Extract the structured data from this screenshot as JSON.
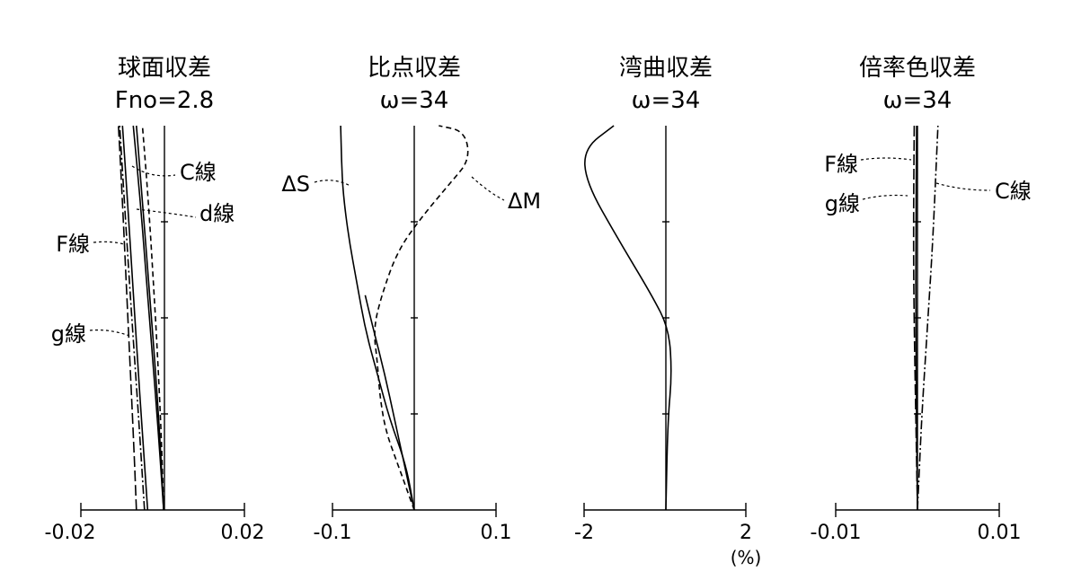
{
  "chart_data": [
    {
      "type": "line",
      "title": "球面収差",
      "subtitle": "Fno=2.8",
      "xlim": [
        -0.02,
        0.02
      ],
      "tick_labels": [
        "-0.02",
        "0.02"
      ],
      "ylim": [
        0,
        1
      ],
      "series": [
        {
          "name": "d線",
          "style": "solid",
          "points": [
            [
              -0.0002,
              0
            ],
            [
              -0.0012,
              0.2
            ],
            [
              -0.0025,
              0.4
            ],
            [
              -0.004,
              0.6
            ],
            [
              -0.0055,
              0.8
            ],
            [
              -0.007,
              1.0
            ]
          ]
        },
        {
          "name": "C線",
          "style": "dashed",
          "points": [
            [
              -0.0002,
              0
            ],
            [
              -0.0008,
              0.2
            ],
            [
              -0.0017,
              0.4
            ],
            [
              -0.0028,
              0.6
            ],
            [
              -0.004,
              0.8
            ],
            [
              -0.0055,
              1.0
            ]
          ]
        },
        {
          "name": "F線",
          "style": "dashdot",
          "points": [
            [
              -0.005,
              0
            ],
            [
              -0.0062,
              0.2
            ],
            [
              -0.0075,
              0.4
            ],
            [
              -0.0088,
              0.6
            ],
            [
              -0.01,
              0.8
            ],
            [
              -0.0112,
              1.0
            ]
          ]
        },
        {
          "name": "g線",
          "style": "longdash",
          "points": [
            [
              -0.007,
              0
            ],
            [
              -0.0078,
              0.2
            ],
            [
              -0.0087,
              0.4
            ],
            [
              -0.0096,
              0.6
            ],
            [
              -0.0105,
              0.8
            ],
            [
              -0.0115,
              1.0
            ]
          ]
        },
        {
          "name": "",
          "style": "solid",
          "points": [
            [
              -0.0002,
              0
            ],
            [
              -0.0015,
              0.2
            ],
            [
              -0.003,
              0.4
            ],
            [
              -0.0045,
              0.6
            ],
            [
              -0.006,
              0.8
            ],
            [
              -0.0078,
              1.0
            ]
          ]
        },
        {
          "name": "",
          "style": "solid",
          "points": [
            [
              -0.0042,
              0
            ],
            [
              -0.0055,
              0.2
            ],
            [
              -0.0068,
              0.4
            ],
            [
              -0.008,
              0.6
            ],
            [
              -0.0092,
              0.8
            ],
            [
              -0.0105,
              1.0
            ]
          ]
        }
      ],
      "legend": [
        {
          "name": "C線",
          "placement": "right"
        },
        {
          "name": "d線",
          "placement": "right"
        },
        {
          "name": "F線",
          "placement": "left"
        },
        {
          "name": "g線",
          "placement": "left"
        }
      ]
    },
    {
      "type": "line",
      "title": "比点収差",
      "subtitle": "ω=34",
      "xlim": [
        -0.1,
        0.1
      ],
      "tick_labels": [
        "-0.1",
        "0.1"
      ],
      "ylim": [
        0,
        34
      ],
      "series": [
        {
          "name": "ΔS",
          "style": "solid",
          "points": [
            [
              0,
              0
            ],
            [
              -0.01,
              4
            ],
            [
              -0.03,
              8
            ],
            [
              -0.045,
              12
            ],
            [
              -0.06,
              16
            ],
            [
              -0.07,
              20
            ],
            [
              -0.08,
              24
            ],
            [
              -0.087,
              28
            ],
            [
              -0.089,
              31
            ],
            [
              -0.09,
              34
            ]
          ]
        },
        {
          "name": "ΔM",
          "style": "dashed",
          "points": [
            [
              0,
              0
            ],
            [
              -0.01,
              2
            ],
            [
              -0.02,
              4
            ],
            [
              -0.035,
              7
            ],
            [
              -0.042,
              10
            ],
            [
              -0.045,
              13
            ],
            [
              -0.05,
              16
            ],
            [
              -0.04,
              19
            ],
            [
              -0.02,
              23
            ],
            [
              0.01,
              26
            ],
            [
              0.045,
              29
            ],
            [
              0.068,
              31
            ],
            [
              0.062,
              33.5
            ],
            [
              0.03,
              34
            ]
          ]
        },
        {
          "name": "",
          "style": "solid",
          "points": [
            [
              0,
              0
            ],
            [
              -0.012,
              4
            ],
            [
              -0.024,
              8
            ],
            [
              -0.036,
              12
            ],
            [
              -0.05,
              16
            ],
            [
              -0.06,
              19
            ]
          ]
        }
      ],
      "legend": [
        {
          "name": "ΔS",
          "placement": "left"
        },
        {
          "name": "ΔM",
          "placement": "right"
        }
      ]
    },
    {
      "type": "line",
      "title": "湾曲収差",
      "subtitle": "ω=34",
      "xlim": [
        -2,
        2
      ],
      "tick_labels": [
        "-2",
        "2"
      ],
      "unit": "(%)",
      "ylim": [
        0,
        34
      ],
      "series": [
        {
          "name": "",
          "style": "solid",
          "points": [
            [
              0,
              0
            ],
            [
              0.05,
              8
            ],
            [
              0.15,
              12
            ],
            [
              0.08,
              16
            ],
            [
              -0.35,
              19
            ],
            [
              -1.2,
              24
            ],
            [
              -2.0,
              29
            ],
            [
              -2.05,
              32
            ],
            [
              -1.3,
              34
            ]
          ]
        }
      ]
    },
    {
      "type": "line",
      "title": "倍率色収差",
      "subtitle": "ω=34",
      "xlim": [
        -0.01,
        0.01
      ],
      "tick_labels": [
        "-0.01",
        "0.01"
      ],
      "ylim": [
        0,
        34
      ],
      "series": [
        {
          "name": "C線",
          "style": "dashdot",
          "points": [
            [
              0,
              0
            ],
            [
              0.0005,
              8
            ],
            [
              0.0012,
              16
            ],
            [
              0.0019,
              24
            ],
            [
              0.0025,
              34
            ]
          ]
        },
        {
          "name": "F線",
          "style": "solid",
          "points": [
            [
              0,
              0
            ],
            [
              -0.0001,
              8
            ],
            [
              -0.0002,
              16
            ],
            [
              -0.0002,
              24
            ],
            [
              -0.0001,
              34
            ]
          ]
        },
        {
          "name": "g線",
          "style": "longdash",
          "points": [
            [
              0,
              0
            ],
            [
              -0.0002,
              8
            ],
            [
              -0.0004,
              16
            ],
            [
              -0.0005,
              24
            ],
            [
              -0.0004,
              34
            ]
          ]
        }
      ],
      "legend": [
        {
          "name": "F線",
          "placement": "left"
        },
        {
          "name": "g線",
          "placement": "left"
        },
        {
          "name": "C線",
          "placement": "right"
        }
      ]
    }
  ]
}
